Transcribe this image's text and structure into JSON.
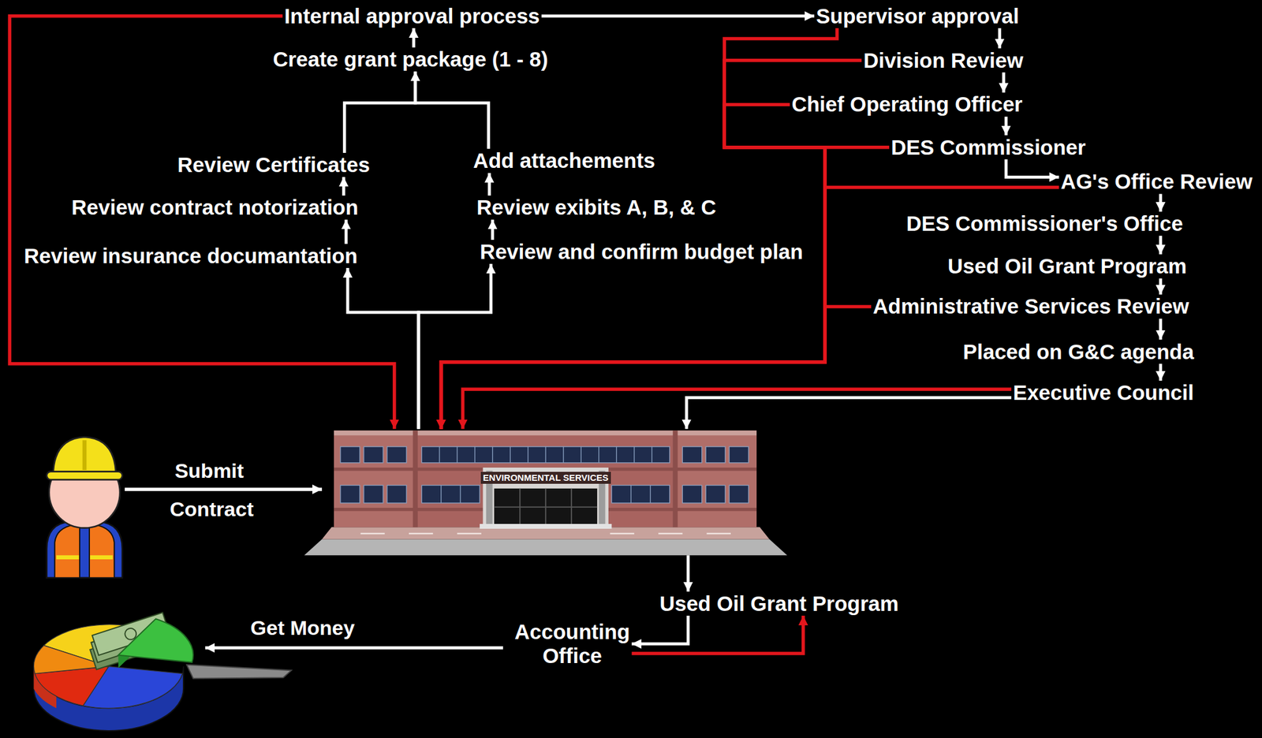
{
  "diagram": {
    "nodes": [
      {
        "text": [
          "Internal approval process"
        ]
      },
      {
        "text": [
          "Create grant package (1 - 8)"
        ]
      },
      {
        "text": [
          "Review Certificates"
        ]
      },
      {
        "text": [
          "Review contract notorization"
        ]
      },
      {
        "text": [
          "Review insurance documantation"
        ]
      },
      {
        "text": [
          "Add attachements"
        ]
      },
      {
        "text": [
          "Review exibits A, B, & C"
        ]
      },
      {
        "text": [
          "Review and confirm budget plan"
        ]
      },
      {
        "text": [
          "Supervisor approval"
        ]
      },
      {
        "text": [
          "Division Review"
        ]
      },
      {
        "text": [
          "Chief Operating Officer"
        ]
      },
      {
        "text": [
          "DES Commissioner"
        ]
      },
      {
        "text": [
          "AG's Office Review"
        ]
      },
      {
        "text": [
          "DES Commissioner's Office"
        ]
      },
      {
        "text": [
          "Used Oil Grant Program"
        ]
      },
      {
        "text": [
          "Administrative Services Review"
        ]
      },
      {
        "text": [
          "Placed on G&C agenda"
        ]
      },
      {
        "text": [
          "Executive Council"
        ]
      },
      {
        "text": [
          "ENVIRONMENTAL SERVICES"
        ]
      },
      {
        "text": [
          "Used Oil Grant Program"
        ]
      },
      {
        "text": [
          "Accounting Office"
        ]
      }
    ],
    "edges": [
      {
        "from": 18,
        "to": 4,
        "arrow": "to"
      },
      {
        "from": 18,
        "to": 7,
        "arrow": "to"
      },
      {
        "from": 4,
        "to": 3,
        "arrow": "to"
      },
      {
        "from": 3,
        "to": 2,
        "arrow": "to"
      },
      {
        "from": 7,
        "to": 6,
        "arrow": "to"
      },
      {
        "from": 6,
        "to": 5,
        "arrow": "to"
      },
      {
        "from": 2,
        "to": 1,
        "arrow": "to"
      },
      {
        "from": 5,
        "to": 1,
        "arrow": "to"
      },
      {
        "from": 1,
        "to": 0,
        "arrow": "to"
      },
      {
        "from": 0,
        "to": 8,
        "arrow": "to"
      },
      {
        "from": 8,
        "to": 9,
        "arrow": "to"
      },
      {
        "from": 9,
        "to": 10,
        "arrow": "to"
      },
      {
        "from": 10,
        "to": 11,
        "arrow": "to"
      },
      {
        "from": 11,
        "to": 12,
        "arrow": "to"
      },
      {
        "from": 12,
        "to": 13,
        "arrow": "to"
      },
      {
        "from": 13,
        "to": 14,
        "arrow": "to"
      },
      {
        "from": 14,
        "to": 15,
        "arrow": "to"
      },
      {
        "from": 15,
        "to": 16,
        "arrow": "to"
      },
      {
        "from": 16,
        "to": 17,
        "arrow": "to"
      },
      {
        "from": 17,
        "to": 18,
        "arrow": "to"
      },
      {
        "from": 0,
        "to": 18,
        "arrow": "to"
      },
      {
        "from": 8,
        "to": 18,
        "arrow": "to"
      },
      {
        "from": 9,
        "to": 18,
        "arrow": "to"
      },
      {
        "from": 10,
        "to": 18,
        "arrow": "to"
      },
      {
        "from": 11,
        "to": 18,
        "arrow": "to"
      },
      {
        "from": 12,
        "to": 18,
        "arrow": "to"
      },
      {
        "from": 15,
        "to": 18,
        "arrow": "to"
      },
      {
        "from": 17,
        "to": 18,
        "arrow": "to"
      },
      {
        "from": 18,
        "to": 19,
        "arrow": "to"
      },
      {
        "from": 19,
        "to": 20,
        "arrow": "to"
      },
      {
        "from": 20,
        "to": 19,
        "arrow": "to"
      }
    ],
    "labels": [
      "Submit",
      "Contract",
      "Get Money"
    ]
  }
}
